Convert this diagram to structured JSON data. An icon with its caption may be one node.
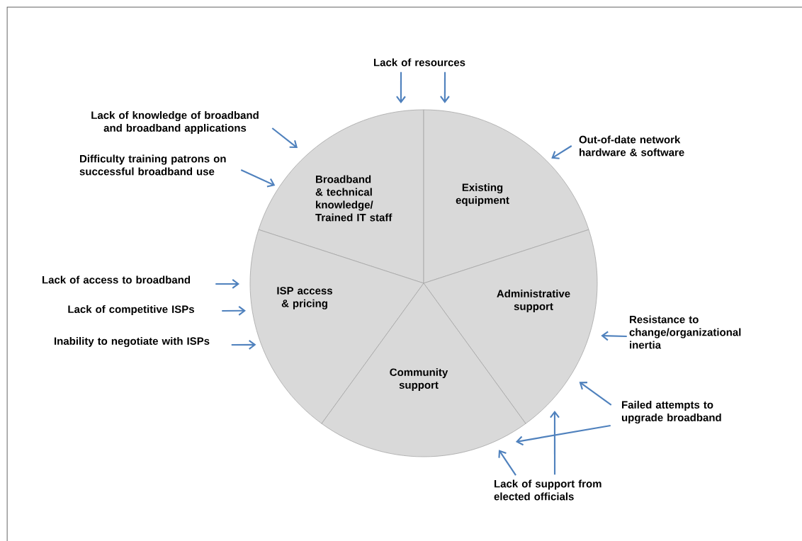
{
  "diagram": {
    "nodes": [
      {
        "text": [
          "Broadband & technical knowledge/ Trained IT staff"
        ]
      },
      {
        "text": [
          "Existing equipment"
        ]
      },
      {
        "text": [
          "ISP access & pricing"
        ]
      },
      {
        "text": [
          "Administrative support"
        ]
      },
      {
        "text": [
          "Community support"
        ]
      },
      {
        "text": [
          "Lack of resources"
        ]
      },
      {
        "text": [
          "Lack of knowledge of broadband and broadband applications"
        ]
      },
      {
        "text": [
          "Difficulty training patrons on successful broadband use"
        ]
      },
      {
        "text": [
          "Out-of-date network hardware & software"
        ]
      },
      {
        "text": [
          "Lack of access to broadband"
        ]
      },
      {
        "text": [
          "Lack of competitive ISPs"
        ]
      },
      {
        "text": [
          "Inability to negotiate with ISPs"
        ]
      },
      {
        "text": [
          "Resistance to change/organizational inertia"
        ]
      },
      {
        "text": [
          "Failed attempts to upgrade broadband"
        ]
      },
      {
        "text": [
          "Lack of support from elected officials"
        ]
      }
    ],
    "edges": [
      {
        "from": 5,
        "to": 0,
        "arrow": "to"
      },
      {
        "from": 5,
        "to": 1,
        "arrow": "to"
      },
      {
        "from": 6,
        "to": 0,
        "arrow": "to"
      },
      {
        "from": 7,
        "to": 0,
        "arrow": "to"
      },
      {
        "from": 8,
        "to": 1,
        "arrow": "to"
      },
      {
        "from": 9,
        "to": 2,
        "arrow": "to"
      },
      {
        "from": 10,
        "to": 2,
        "arrow": "to"
      },
      {
        "from": 11,
        "to": 2,
        "arrow": "to"
      },
      {
        "from": 12,
        "to": 3,
        "arrow": "to"
      },
      {
        "from": 13,
        "to": 3,
        "arrow": "to"
      },
      {
        "from": 13,
        "to": 4,
        "arrow": "to"
      },
      {
        "from": 14,
        "to": 4,
        "arrow": "to"
      },
      {
        "from": 14,
        "to": 3,
        "arrow": "to"
      }
    ]
  }
}
